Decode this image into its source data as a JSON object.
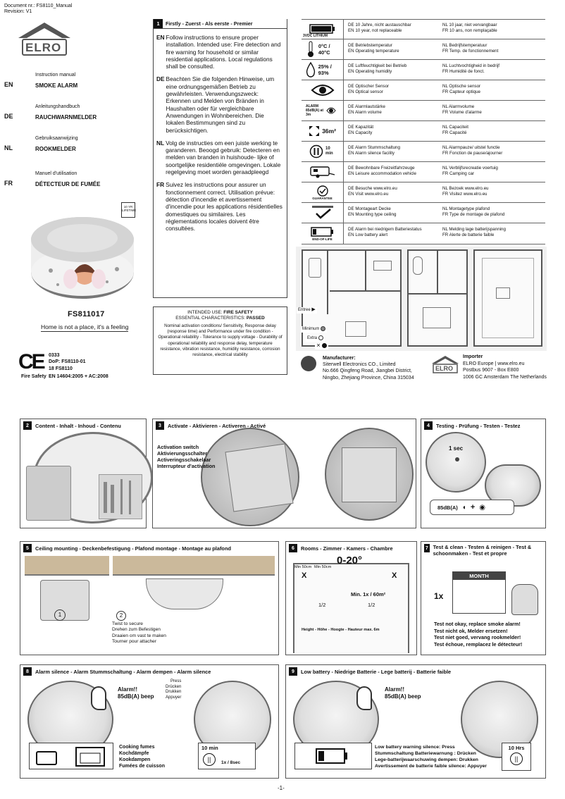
{
  "header": {
    "doc_nr": "Document nr.: FS8110_Manual",
    "revision": "Revision: V1"
  },
  "brand": "ELRO",
  "languages": [
    {
      "code": "EN",
      "subtitle": "Instruction manual",
      "title": "SMOKE ALARM"
    },
    {
      "code": "DE",
      "subtitle": "Anleitungshandbuch",
      "title": "RAUCHWARNMELDER"
    },
    {
      "code": "NL",
      "subtitle": "Gebruiksaanwijzing",
      "title": "ROOKMELDER"
    },
    {
      "code": "FR",
      "subtitle": "Manuel d'utilisation",
      "title": "DÉTECTEUR DE FUMÉE"
    }
  ],
  "product": {
    "badge": "10 YR LIFETIME",
    "model": "FS811017",
    "slogan": "Home is not a place, it's a feeling"
  },
  "cert": {
    "ce": "CE",
    "line1": "0333",
    "line2": "DoP: FS8110-01",
    "line3": "18    FS8110",
    "fire_safety": "Fire Safety",
    "standard": "EN 14604:2005 + AC:2008"
  },
  "section1": {
    "num": "1",
    "title": "Firstly - Zuerst - Als eerste - Premier",
    "paras": [
      {
        "code": "EN",
        "text": "Follow instructions to ensure proper installation. Intended use: Fire detection and fire warning for household or similar residential applications. Local regulations shall be consulted."
      },
      {
        "code": "DE",
        "text": "Beachten Sie die folgenden Hinweise, um eine ordnungsgemäßen Betrieb zu gewährleisten. Verwendungszweck: Erkennen und Melden von Bränden in Haushalten oder für vergleichbare Anwendungen in Wohnbereichen. Die lokalen Bestimmungen sind zu berücksichtigen."
      },
      {
        "code": "NL",
        "text": "Volg de instructies om een juiste werking te garanderen. Beoogd gebruik: Detecteren en melden van branden in huishoude- lijke of soortgelijke residentiële omgevingen. Lokale regelgeving moet worden geraadpleegd"
      },
      {
        "code": "FR",
        "text": "Suivez les instructions pour assurer un fonctionnement correct. Utilisation prévue: détection d'incendie et avertissement d'incendie pour les applications résidentielles domestiques ou similaires. Les réglementations locales doivent être consultées."
      }
    ]
  },
  "intended": {
    "l1": "INTENDED USE:",
    "l1b": "FIRE SAFETY",
    "l2": "ESSENTIAL CHARACTERISTICS:",
    "l2b": "PASSED",
    "body": "Nominal activation conditions/ Sensitivity, Response delay (response time) and Performance under fire condition - Operational reliability - Tolerance to supply voltage - Durability of operational reliability and response delay, temperature resistance, vibration resistance, humidity resistance, corrosion resistance, electrical stability"
  },
  "specs": [
    {
      "icon": "battery",
      "label": "3VDC LITHIUM",
      "de": "DE 10 Jahre, nicht austauschbar",
      "en": "EN 10 year, not replaceable",
      "nl": "NL  10 jaar, niet vervangbaar",
      "fr": "FR 10 ans, non remplaçable"
    },
    {
      "icon": "thermometer",
      "label": "0°C / 40°C",
      "de": "DE Betriebstemperatur",
      "en": "EN Operating temperature",
      "nl": "NL  Bedrijfstemperatuur",
      "fr": "FR Temp. de fonctionnement"
    },
    {
      "icon": "droplet",
      "label": "25% / 93%",
      "de": "DE Luftfeuchtigkeit bei Betrieb",
      "en": "EN Operating humidity",
      "nl": "NL  Luchtvochtigheid in bedrijf",
      "fr": "FR Humidité de fonct."
    },
    {
      "icon": "eye",
      "label": "",
      "de": "DE Optischer Sensor",
      "en": "EN Optical sensor",
      "nl": "NL  Optische sensor",
      "fr": "FR Capteur optique"
    },
    {
      "icon": "alarm",
      "label": "ALARM 85dB(A) at 3m",
      "de": "DE Alarmlautstärke",
      "en": "EN Alarm volume",
      "nl": "NL  Alarmvolume",
      "fr": "FR Volume d'alarme"
    },
    {
      "icon": "expand",
      "label": "36m²",
      "de": "DE Kapazität",
      "en": "EN Capacity",
      "nl": "NL  Capaciteit",
      "fr": "FR Capacité"
    },
    {
      "icon": "pause",
      "label": "10 min",
      "de": "DE Alarm Stummschaltung",
      "en": "EN Alarm silence facility",
      "nl": "NL  Alarmpauze/ uitstel functie",
      "fr": "FR Fonction de pause/ajourner"
    },
    {
      "icon": "caravan",
      "label": "",
      "de": "DE Bewohnbare Freizeitfahrzeuge",
      "en": "EN Leisure accommodation vehicle",
      "nl": "NL  Verblijfsrecreatie voertuig",
      "fr": "FR Camping car"
    },
    {
      "icon": "guarantee",
      "label": "GUARANTEE",
      "de": "DE Besuche www.elro.eu",
      "en": "EN Visit www.elro.eu",
      "nl": "NL  Bezoek www.elro.eu",
      "fr": "FR Visitez www.elro.eu"
    },
    {
      "icon": "ceiling",
      "label": "",
      "de": "DE Montageart Decke",
      "en": "EN Mounting type ceiling",
      "nl": "NL  Montagetype plafond",
      "fr": "FR Type de montage de plafond"
    },
    {
      "icon": "low-battery",
      "label": "END-OF-LIFE",
      "de": "DE Alarm bei niedrigem Batteriestatus",
      "en": "EN Low battery alert",
      "nl": "NL  Melding lage batterijspanning",
      "fr": "FR Alerte de batterie faible"
    }
  ],
  "plan_legend": {
    "entree": "Entree",
    "minimum": "Minimum",
    "extra": "Extra"
  },
  "manufacturer": {
    "title": "Manufacturer:",
    "l1": "Siterwell Electronics CO., Limited",
    "l2": "No.666 Qingfeng Road, Jiangbei District,",
    "l3": "Ningbo, Zhejiang Province, China 315034"
  },
  "importer": {
    "title": "Importer",
    "l1": "ELRO Europe | www.elro.eu",
    "l2": "Postbus 9607 - Box E800",
    "l3": "1006 GC Amsterdam The Netherlands"
  },
  "p2": {
    "num": "2",
    "title": "Content - Inhalt - Inhoud - Contenu"
  },
  "p3": {
    "num": "3",
    "title": "Activate - Aktivieren - Activeren - Activé",
    "l1": "Activation switch",
    "l2": "Aktivierungsschalter",
    "l3": "Activeringsschakelaar",
    "l4": "Interrupteur d'activation"
  },
  "p4": {
    "num": "4",
    "title": "Testing - Prüfung - Testen -  Testez",
    "sec": "1 sec",
    "db": "85dB(A)",
    "plus": "+"
  },
  "p5": {
    "num": "5",
    "title": "Ceiling mounting - Deckenbefestigung - Plafond montage - Montage au plafond",
    "step1": "1",
    "step2": "2",
    "l1": "Twist to secure",
    "l2": "Drehen zum Befestigen",
    "l3": "Draaien om vast te maken",
    "l4": "Tourner pour attacher"
  },
  "p6": {
    "num": "6",
    "title": "Rooms - Zimmer - Kamers - Chambre",
    "deg": "0-20°",
    "min1": "Min 50cm",
    "min2": "Min 50cm",
    "x": "X",
    "area": "Min. 1x / 60m²",
    "half1": "1/2",
    "half2": "1/2",
    "height": "Height - Höhe - Hoogte - Hauteur max. 6m"
  },
  "p7": {
    "num": "7",
    "title": "Test & clean  - Testen & reinigen - Test & schoonmaken  - Test et propre",
    "month": "MONTH",
    "times": "1x",
    "l1": "Test not okay, replace smoke alarm!",
    "l2": "Test nicht ok, Melder ersetzen!",
    "l3": "Test niet goed, vervang rookmelder!",
    "l4": "Test échoue, remplacez le détecteur!"
  },
  "p8": {
    "num": "8",
    "title": "Alarm silence - Alarm Stummschaltung - Alarm dempen - Alarm silence",
    "alarm": "Alarm!!",
    "beep": "85dB(A) beep",
    "press1": "Press",
    "press2": "Drücken",
    "press3": "Drukken",
    "press4": "Appuyer",
    "c1": "Cooking fumes",
    "c2": "Kochdämpfe",
    "c3": "Kookdampen",
    "c4": "Fumées de cuisson",
    "tenmin": "10 min",
    "freq": "1x / 8sec"
  },
  "p9": {
    "num": "9",
    "title": "Low battery - Niedrige Batterie - Lege batterij - Batterie faible",
    "alarm": "Alarm!!",
    "beep": "85dB(A) beep",
    "l1": "Low battery warning silence: Press",
    "l2": "Stummschaltung Batteriewarnung : Drücken",
    "l3": "Lege-batterijwaarschuwing dempen: Drukken",
    "l4": "Avertissement de batterie faible silence: Appuyer",
    "hrs": "10 Hrs"
  },
  "footer": {
    "page": "-1-"
  }
}
